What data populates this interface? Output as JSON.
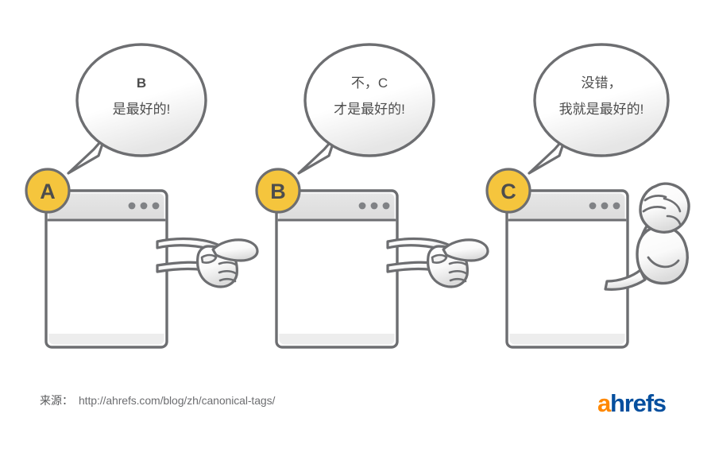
{
  "illustration": {
    "title": "Canonical tags — competing pages illustration",
    "colors": {
      "badge_fill": "#f5c53d",
      "outline": "#6d6e71",
      "titlebar": "#e2e2e2",
      "window_body": "#ffffff",
      "window_footer": "#ededed",
      "bubble_fill": "#ffffff",
      "bubble_shade": "#e8e8e8",
      "text": "#4d4d4d",
      "logo_orange": "#ff8800",
      "logo_blue": "#054f9e"
    },
    "panels": [
      {
        "badge": "A",
        "badge_name": "badge-a",
        "bubble_lines": [
          "B",
          "是最好的!"
        ],
        "bubble_bold_first": true,
        "gesture": "pointing-hand-right",
        "dots": 3
      },
      {
        "badge": "B",
        "badge_name": "badge-b",
        "bubble_lines": [
          "不，C",
          "才是最好的!"
        ],
        "bubble_bold_first": false,
        "gesture": "pointing-hand-right",
        "dots": 3
      },
      {
        "badge": "C",
        "badge_name": "badge-c",
        "bubble_lines": [
          "没错，",
          "我就是最好的!"
        ],
        "bubble_bold_first": false,
        "gesture": "flexed-bicep",
        "dots": 3
      }
    ]
  },
  "footer": {
    "source_label": "来源：",
    "source_url": "http://ahrefs.com/blog/zh/canonical-tags/",
    "logo_first": "a",
    "logo_rest": "hrefs"
  }
}
